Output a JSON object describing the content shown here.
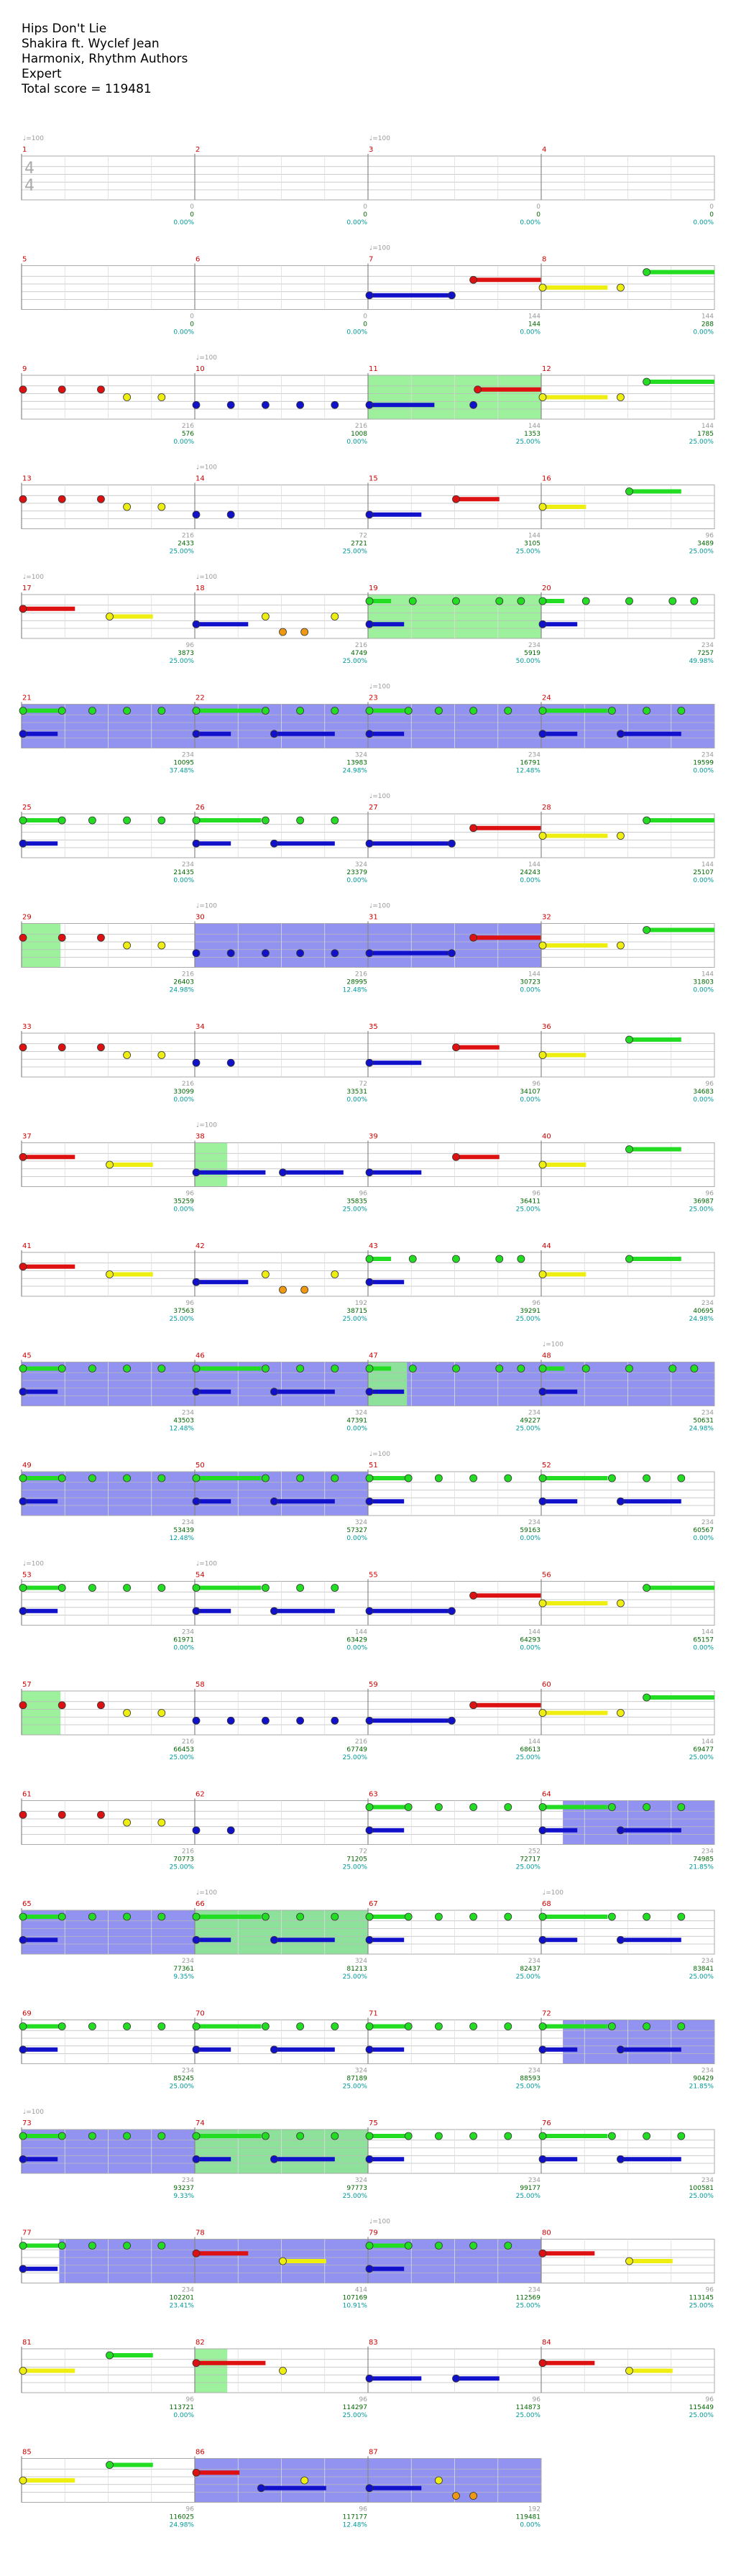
{
  "song": {
    "title": "Hips Don't Lie",
    "artist": "Shakira ft.  Wyclef Jean",
    "authors": "Harmonix, Rhythm Authors",
    "difficulty": "Expert",
    "total_score_label": "Total score = 119481"
  },
  "tempo_label": "♩=100",
  "time_signature": [
    "4",
    "4"
  ],
  "colors": {
    "green": "#22dd22",
    "red": "#dd1111",
    "yellow": "#eeee11",
    "blue": "#1111cc",
    "orange": "#ee9911",
    "star_power": "#8cee8c",
    "overdrive": "#7f7fee",
    "measure_number": "#cc0000",
    "score": "#006600",
    "percent": "#009999",
    "small_label": "#999999"
  },
  "measures": [
    {
      "n": "1",
      "base": "0",
      "score": "0",
      "pct": "0.00%"
    },
    {
      "n": "2",
      "base": "0",
      "score": "0",
      "pct": "0.00%"
    },
    {
      "n": "3",
      "base": "0",
      "score": "0",
      "pct": "0.00%"
    },
    {
      "n": "4",
      "base": "0",
      "score": "0",
      "pct": "0.00%"
    },
    {
      "n": "5",
      "base": "0",
      "score": "0",
      "pct": "0.00%"
    },
    {
      "n": "6",
      "base": "0",
      "score": "0",
      "pct": "0.00%"
    },
    {
      "n": "7",
      "base": "144",
      "score": "144",
      "pct": "0.00%"
    },
    {
      "n": "8",
      "base": "144",
      "score": "288",
      "pct": "0.00%"
    },
    {
      "n": "9",
      "base": "216",
      "score": "576",
      "pct": "0.00%"
    },
    {
      "n": "10",
      "base": "216",
      "score": "1008",
      "pct": "0.00%"
    },
    {
      "n": "11",
      "base": "144",
      "score": "1353",
      "pct": "25.00%"
    },
    {
      "n": "12",
      "base": "144",
      "score": "1785",
      "pct": "25.00%"
    },
    {
      "n": "13",
      "base": "216",
      "score": "2433",
      "pct": "25.00%"
    },
    {
      "n": "14",
      "base": "72",
      "score": "2721",
      "pct": "25.00%"
    },
    {
      "n": "15",
      "base": "144",
      "score": "3105",
      "pct": "25.00%"
    },
    {
      "n": "16",
      "base": "96",
      "score": "3489",
      "pct": "25.00%"
    },
    {
      "n": "17",
      "base": "96",
      "score": "3873",
      "pct": "25.00%"
    },
    {
      "n": "18",
      "base": "216",
      "score": "4749",
      "pct": "25.00%"
    },
    {
      "n": "19",
      "base": "234",
      "score": "5919",
      "pct": "50.00%"
    },
    {
      "n": "20",
      "base": "234",
      "score": "7257",
      "pct": "49.98%"
    },
    {
      "n": "21",
      "base": "234",
      "score": "10095",
      "pct": "37.48%"
    },
    {
      "n": "22",
      "base": "324",
      "score": "13983",
      "pct": "24.98%"
    },
    {
      "n": "23",
      "base": "234",
      "score": "16791",
      "pct": "12.48%"
    },
    {
      "n": "24",
      "base": "234",
      "score": "19599",
      "pct": "0.00%"
    },
    {
      "n": "25",
      "base": "234",
      "score": "21435",
      "pct": "0.00%"
    },
    {
      "n": "26",
      "base": "324",
      "score": "23379",
      "pct": "0.00%"
    },
    {
      "n": "27",
      "base": "144",
      "score": "24243",
      "pct": "0.00%"
    },
    {
      "n": "28",
      "base": "144",
      "score": "25107",
      "pct": "0.00%"
    },
    {
      "n": "29",
      "base": "216",
      "score": "26403",
      "pct": "24.98%"
    },
    {
      "n": "30",
      "base": "216",
      "score": "28995",
      "pct": "12.48%"
    },
    {
      "n": "31",
      "base": "144",
      "score": "30723",
      "pct": "0.00%"
    },
    {
      "n": "32",
      "base": "144",
      "score": "31803",
      "pct": "0.00%"
    },
    {
      "n": "33",
      "base": "216",
      "score": "33099",
      "pct": "0.00%"
    },
    {
      "n": "34",
      "base": "72",
      "score": "33531",
      "pct": "0.00%"
    },
    {
      "n": "35",
      "base": "96",
      "score": "34107",
      "pct": "0.00%"
    },
    {
      "n": "36",
      "base": "96",
      "score": "34683",
      "pct": "0.00%"
    },
    {
      "n": "37",
      "base": "96",
      "score": "35259",
      "pct": "0.00%"
    },
    {
      "n": "38",
      "base": "96",
      "score": "35835",
      "pct": "25.00%"
    },
    {
      "n": "39",
      "base": "96",
      "score": "36411",
      "pct": "25.00%"
    },
    {
      "n": "40",
      "base": "96",
      "score": "36987",
      "pct": "25.00%"
    },
    {
      "n": "41",
      "base": "96",
      "score": "37563",
      "pct": "25.00%"
    },
    {
      "n": "42",
      "base": "192",
      "score": "38715",
      "pct": "25.00%"
    },
    {
      "n": "43",
      "base": "96",
      "score": "39291",
      "pct": "25.00%"
    },
    {
      "n": "44",
      "base": "234",
      "score": "40695",
      "pct": "24.98%"
    },
    {
      "n": "45",
      "base": "234",
      "score": "43503",
      "pct": "12.48%"
    },
    {
      "n": "46",
      "base": "324",
      "score": "47391",
      "pct": "0.00%"
    },
    {
      "n": "47",
      "base": "234",
      "score": "49227",
      "pct": "25.00%"
    },
    {
      "n": "48",
      "base": "234",
      "score": "50631",
      "pct": "24.98%"
    },
    {
      "n": "49",
      "base": "234",
      "score": "53439",
      "pct": "12.48%"
    },
    {
      "n": "50",
      "base": "324",
      "score": "57327",
      "pct": "0.00%"
    },
    {
      "n": "51",
      "base": "234",
      "score": "59163",
      "pct": "0.00%"
    },
    {
      "n": "52",
      "base": "234",
      "score": "60567",
      "pct": "0.00%"
    },
    {
      "n": "53",
      "base": "234",
      "score": "61971",
      "pct": "0.00%"
    },
    {
      "n": "54",
      "base": "144",
      "score": "63429",
      "pct": "0.00%"
    },
    {
      "n": "55",
      "base": "144",
      "score": "64293",
      "pct": "0.00%"
    },
    {
      "n": "56",
      "base": "144",
      "score": "65157",
      "pct": "0.00%"
    },
    {
      "n": "57",
      "base": "216",
      "score": "66453",
      "pct": "25.00%"
    },
    {
      "n": "58",
      "base": "216",
      "score": "67749",
      "pct": "25.00%"
    },
    {
      "n": "59",
      "base": "144",
      "score": "68613",
      "pct": "25.00%"
    },
    {
      "n": "60",
      "base": "144",
      "score": "69477",
      "pct": "25.00%"
    },
    {
      "n": "61",
      "base": "216",
      "score": "70773",
      "pct": "25.00%"
    },
    {
      "n": "62",
      "base": "72",
      "score": "71205",
      "pct": "25.00%"
    },
    {
      "n": "63",
      "base": "252",
      "score": "72717",
      "pct": "25.00%"
    },
    {
      "n": "64",
      "base": "234",
      "score": "74985",
      "pct": "21.85%"
    },
    {
      "n": "65",
      "base": "234",
      "score": "77361",
      "pct": "9.35%"
    },
    {
      "n": "66",
      "base": "324",
      "score": "81213",
      "pct": "25.00%"
    },
    {
      "n": "67",
      "base": "234",
      "score": "82437",
      "pct": "25.00%"
    },
    {
      "n": "68",
      "base": "234",
      "score": "83841",
      "pct": "25.00%"
    },
    {
      "n": "69",
      "base": "234",
      "score": "85245",
      "pct": "25.00%"
    },
    {
      "n": "70",
      "base": "324",
      "score": "87189",
      "pct": "25.00%"
    },
    {
      "n": "71",
      "base": "234",
      "score": "88593",
      "pct": "25.00%"
    },
    {
      "n": "72",
      "base": "234",
      "score": "90429",
      "pct": "21.85%"
    },
    {
      "n": "73",
      "base": "234",
      "score": "93237",
      "pct": "9.33%"
    },
    {
      "n": "74",
      "base": "324",
      "score": "97773",
      "pct": "25.00%"
    },
    {
      "n": "75",
      "base": "234",
      "score": "99177",
      "pct": "25.00%"
    },
    {
      "n": "76",
      "base": "234",
      "score": "100581",
      "pct": "25.00%"
    },
    {
      "n": "77",
      "base": "234",
      "score": "102201",
      "pct": "23.41%"
    },
    {
      "n": "78",
      "base": "414",
      "score": "107169",
      "pct": "10.91%"
    },
    {
      "n": "79",
      "base": "234",
      "score": "112569",
      "pct": "25.00%"
    },
    {
      "n": "80",
      "base": "96",
      "score": "113145",
      "pct": "25.00%"
    },
    {
      "n": "81",
      "base": "96",
      "score": "113721",
      "pct": "0.00%"
    },
    {
      "n": "82",
      "base": "96",
      "score": "114297",
      "pct": "25.00%"
    },
    {
      "n": "83",
      "base": "96",
      "score": "114873",
      "pct": "25.00%"
    },
    {
      "n": "84",
      "base": "96",
      "score": "115449",
      "pct": "25.00%"
    },
    {
      "n": "85",
      "base": "96",
      "score": "116025",
      "pct": "24.98%"
    },
    {
      "n": "86",
      "base": "96",
      "score": "117177",
      "pct": "12.48%"
    },
    {
      "n": "87",
      "base": "192",
      "score": "119481",
      "pct": "0.00%"
    }
  ],
  "tempo_markers": [
    1,
    3,
    7,
    10,
    14,
    17,
    18,
    23,
    27,
    30,
    31,
    38,
    48,
    51,
    53,
    54,
    66,
    68,
    73,
    79
  ],
  "star_power_regions": [
    [
      11,
      0,
      12,
      0
    ],
    [
      19,
      0,
      20,
      0
    ],
    [
      29,
      0,
      29,
      0.9
    ],
    [
      38,
      0,
      38,
      0.75
    ],
    [
      47,
      0,
      47,
      0.9
    ],
    [
      57,
      0,
      57,
      0.9
    ],
    [
      66,
      0,
      67,
      0
    ],
    [
      74,
      0,
      75,
      0
    ],
    [
      82,
      0,
      82,
      0.75
    ]
  ],
  "overdrive_regions": [
    [
      21,
      0,
      25,
      0
    ],
    [
      30,
      0,
      32,
      0
    ],
    [
      45,
      0,
      51,
      0
    ],
    [
      64,
      0.5,
      65,
      0
    ],
    [
      65,
      0,
      67,
      0
    ],
    [
      72,
      0.5,
      73,
      0
    ],
    [
      73,
      0,
      75,
      0
    ],
    [
      77,
      0.87,
      80,
      0
    ],
    [
      86,
      0,
      88,
      0
    ]
  ]
}
